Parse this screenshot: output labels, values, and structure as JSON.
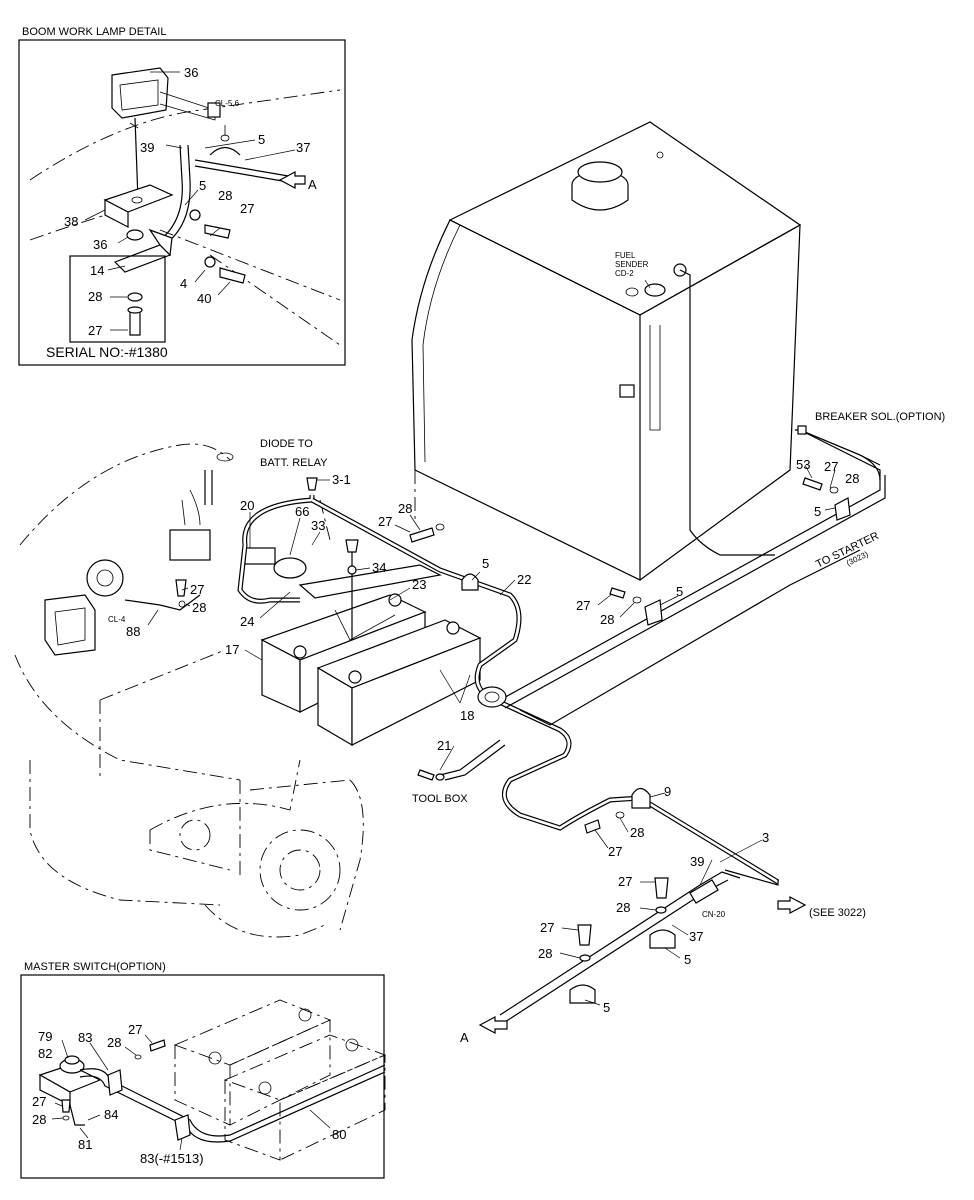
{
  "insets": {
    "boom_lamp": {
      "title": "BOOM WORK LAMP DETAIL",
      "serial": "SERIAL NO:-#1380",
      "labels": {
        "p36a": "36",
        "cl56": "CL-5,6",
        "p5a": "5",
        "p39": "39",
        "p37": "37",
        "arrowA": "A",
        "p5b": "5",
        "p28": "28",
        "p27": "27",
        "p38": "38",
        "p36b": "36",
        "p14": "14",
        "p4": "4",
        "p40": "40",
        "p28b": "28",
        "p27b": "27"
      }
    },
    "master_switch": {
      "title": "MASTER SWITCH(OPTION)",
      "labels": {
        "p79": "79",
        "p82": "82",
        "p83": "83",
        "p27": "27",
        "p28": "28",
        "p27b": "27",
        "p28b": "28",
        "p84": "84",
        "p81": "81",
        "p80": "80",
        "p83s": "83(-#1513)"
      }
    }
  },
  "main": {
    "captions": {
      "diode": "DIODE TO",
      "batt_relay": "BATT. RELAY",
      "breaker": "BREAKER SOL.(OPTION)",
      "to_starter": "TO STARTER",
      "to_starter_ref": "(3023)",
      "fuel_sender": "FUEL",
      "sender": "SENDER",
      "cd2": "CD-2",
      "tool_box": "TOOL BOX",
      "see": "(SEE 3022)",
      "cn20": "CN-20",
      "cl4": "CL-4",
      "arrowA": "A"
    },
    "labels": {
      "p3_1": "3-1",
      "p28a": "28",
      "p27a": "27",
      "p33": "33",
      "p20": "20",
      "p66": "66",
      "p34": "34",
      "p23": "23",
      "p27b": "27",
      "p28b": "28",
      "p88": "88",
      "p24": "24",
      "p17": "17",
      "p5a": "5",
      "p22": "22",
      "p18": "18",
      "p21": "21",
      "p53": "53",
      "p27c": "27",
      "p28c": "28",
      "p5b": "5",
      "p27d": "27",
      "p28d": "28",
      "p5c": "5",
      "p9": "9",
      "p28e": "28",
      "p27e": "27",
      "p3": "3",
      "p39": "39",
      "p27f": "27",
      "p28f": "28",
      "p37": "37",
      "p27g": "27",
      "p28g": "28",
      "p5d": "5",
      "p5e": "5"
    }
  }
}
